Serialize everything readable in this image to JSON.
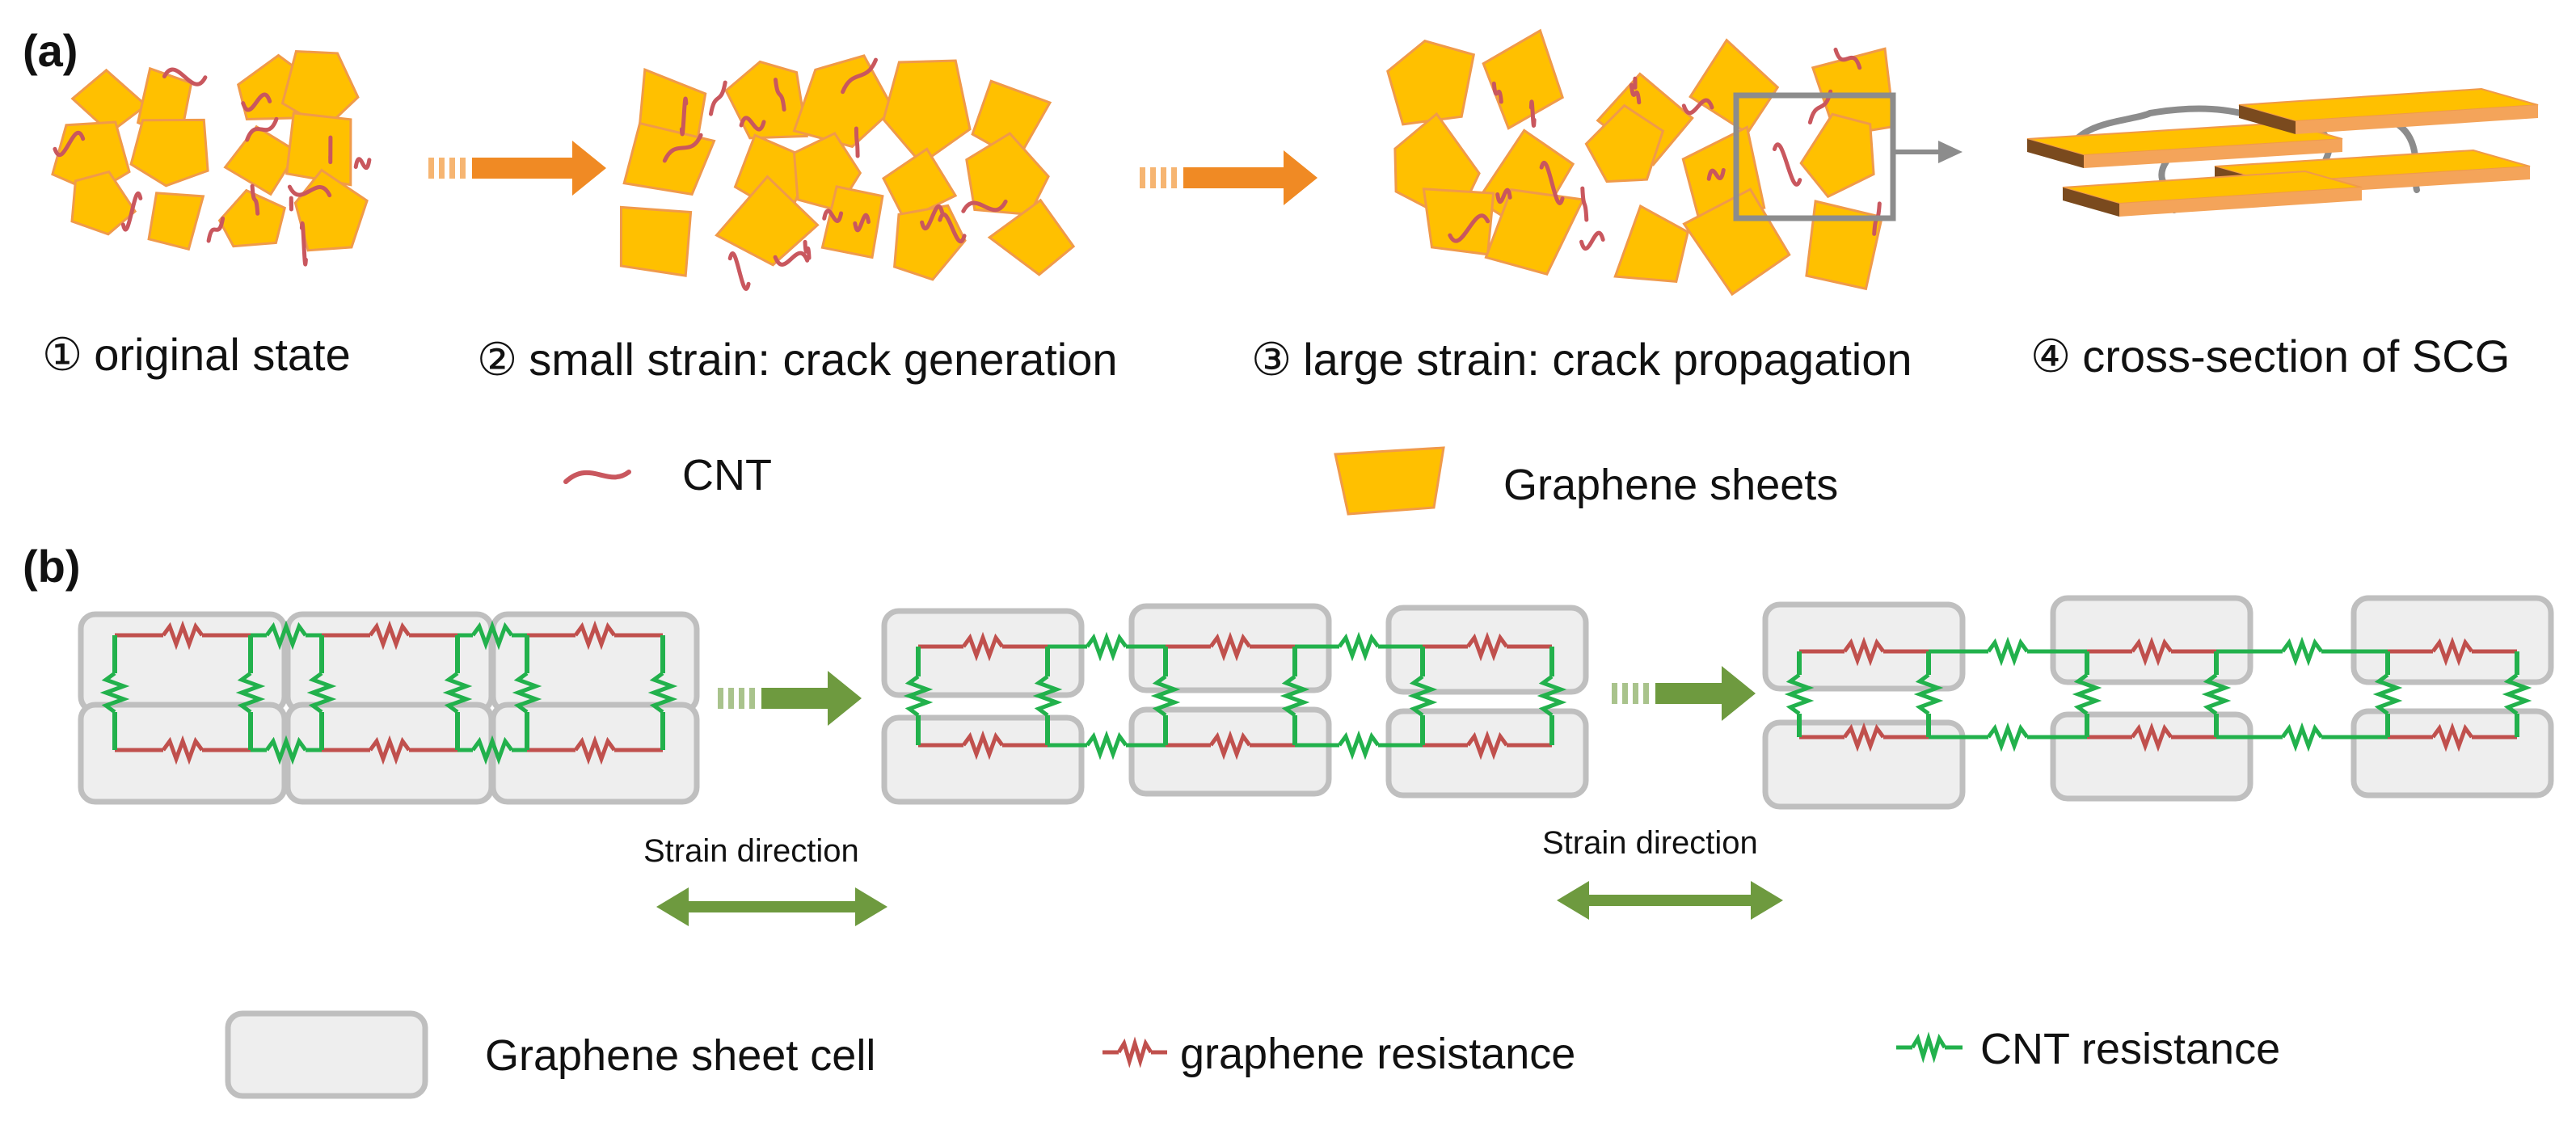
{
  "panels": {
    "a": "(a)",
    "b": "(b)"
  },
  "steps": [
    {
      "num": "①",
      "label": "original state"
    },
    {
      "num": "②",
      "label": "small strain: crack generation"
    },
    {
      "num": "③",
      "label": "large strain: crack propagation"
    },
    {
      "num": "④",
      "label": "cross-section of SCG"
    }
  ],
  "legend_a": {
    "cnt": "CNT",
    "graphene": "Graphene sheets"
  },
  "strain": [
    "Strain direction",
    "Strain direction"
  ],
  "legend_b": {
    "cell": "Graphene sheet cell",
    "graphene_resistance": "graphene resistance",
    "cnt_resistance": "CNT resistance"
  },
  "colors": {
    "graphene_fill": "#FFC000",
    "graphene_edge": "#F09A4A",
    "cnt": "#C9575E",
    "arrow_orange": "#F08A24",
    "arrow_green": "#6E9A3F",
    "cell_fill": "#EEEEEE",
    "cell_edge": "#BFBFBF",
    "graphene_res": "#C0504D",
    "cnt_res": "#22B14C",
    "sheet_side": "#7A4A1E",
    "cnt_cross": "#8C8C8C"
  }
}
